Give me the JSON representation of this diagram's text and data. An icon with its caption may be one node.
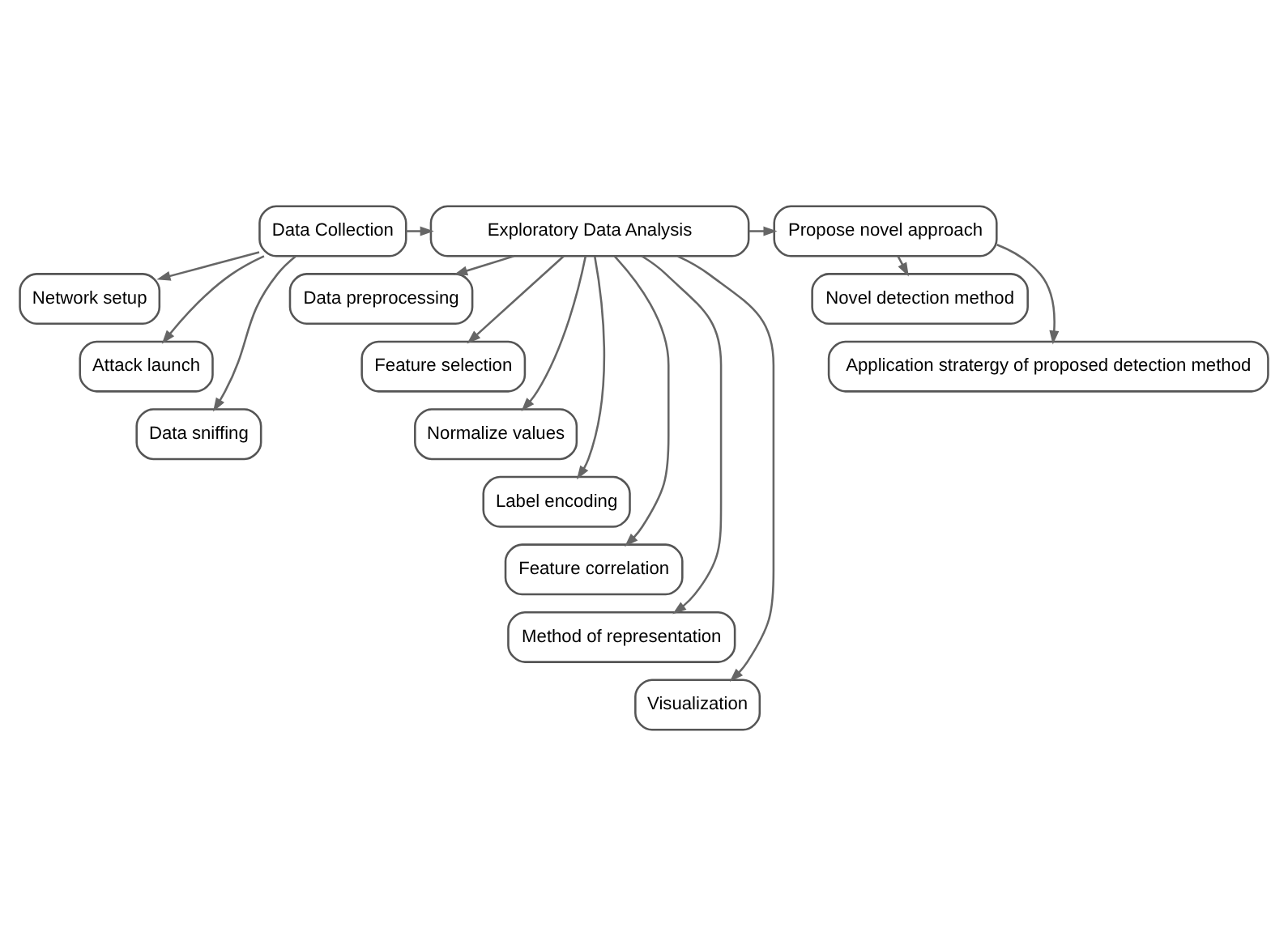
{
  "diagram": {
    "nodes": [
      {
        "text": [
          "Data Collection"
        ]
      },
      {
        "text": [
          "Exploratory Data Analysis"
        ]
      },
      {
        "text": [
          "Propose novel approach"
        ]
      },
      {
        "text": [
          "Network setup"
        ]
      },
      {
        "text": [
          "Attack launch"
        ]
      },
      {
        "text": [
          "Data sniffing"
        ]
      },
      {
        "text": [
          "Data preprocessing"
        ]
      },
      {
        "text": [
          "Feature selection"
        ]
      },
      {
        "text": [
          "Normalize values"
        ]
      },
      {
        "text": [
          "Label encoding"
        ]
      },
      {
        "text": [
          "Feature correlation"
        ]
      },
      {
        "text": [
          "Method of representation"
        ]
      },
      {
        "text": [
          "Visualization"
        ]
      },
      {
        "text": [
          "Novel detection method"
        ]
      },
      {
        "text": [
          "Application stratergy of proposed detection method"
        ]
      }
    ],
    "edges": [
      {
        "from": 0,
        "to": 1,
        "arrow": "to"
      },
      {
        "from": 1,
        "to": 2,
        "arrow": "to"
      },
      {
        "from": 0,
        "to": 3,
        "arrow": "to"
      },
      {
        "from": 0,
        "to": 4,
        "arrow": "to"
      },
      {
        "from": 0,
        "to": 5,
        "arrow": "to"
      },
      {
        "from": 1,
        "to": 6,
        "arrow": "to"
      },
      {
        "from": 1,
        "to": 7,
        "arrow": "to"
      },
      {
        "from": 1,
        "to": 8,
        "arrow": "to"
      },
      {
        "from": 1,
        "to": 9,
        "arrow": "to"
      },
      {
        "from": 1,
        "to": 10,
        "arrow": "to"
      },
      {
        "from": 1,
        "to": 11,
        "arrow": "to"
      },
      {
        "from": 1,
        "to": 12,
        "arrow": "to"
      },
      {
        "from": 2,
        "to": 13,
        "arrow": "to"
      },
      {
        "from": 2,
        "to": 14,
        "arrow": "to"
      }
    ]
  }
}
